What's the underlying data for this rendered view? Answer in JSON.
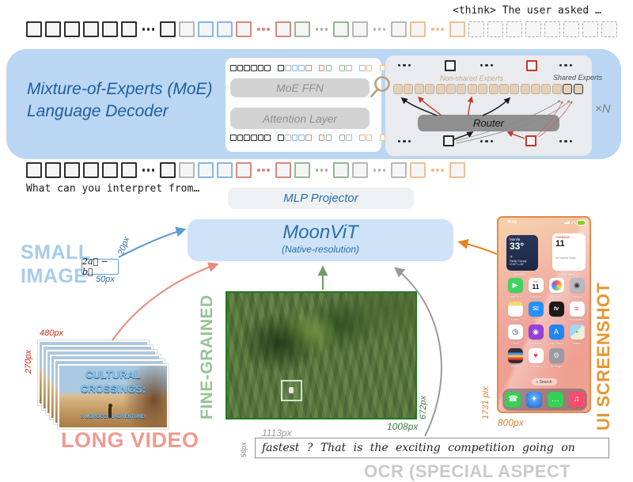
{
  "colors": {
    "tokens": {
      "k": "#2e2e2e",
      "g": "#b7b7b7",
      "b": "#87b7e0",
      "r": "#d8897e",
      "n": "#94b894",
      "o": "#f0bf92"
    },
    "decoder_bg": "#bad6f3",
    "accent_blue": "#2a6cab",
    "arrow_blue": "#5b9bd5",
    "arrow_salmon": "#e8897b",
    "arrow_green": "#6f9e63",
    "arrow_gray": "#9a9a9a",
    "arrow_orange": "#e8821e",
    "video_red": "#cc2a1e",
    "video_salmon": "#f09a90",
    "fg_green": "#1f7a1f",
    "fg_light_green": "#94c494",
    "ui_orange": "#e8952f",
    "ocr_gray": "#c9c9c9"
  },
  "token_rows": {
    "row1": [
      "k",
      "k",
      "k",
      "k",
      "k",
      "k",
      "*k",
      "k",
      "g",
      "b",
      "b",
      "r",
      "*r",
      "r",
      "n",
      "*n",
      "n",
      "g",
      "*g",
      "g",
      "o",
      "*o",
      "o",
      "d",
      "d",
      "d",
      "d",
      "d",
      "d",
      "d",
      "d"
    ],
    "row2": [
      "k",
      "k",
      "k",
      "k",
      "k",
      "k",
      "*k",
      "k",
      "g",
      "b",
      "b",
      "r",
      "*r",
      "r",
      "n",
      "*n",
      "n",
      "g",
      "*g",
      "g",
      "o",
      "*o",
      "o"
    ],
    "mini": [
      "k",
      "k",
      "k",
      "k",
      "k",
      "k",
      "_",
      "k",
      "g",
      "b",
      "b",
      "r",
      "_",
      "r",
      "n",
      "_",
      "n",
      "g",
      "_",
      "g",
      "o",
      "_",
      "o"
    ]
  },
  "top": {
    "think_text": "<think> The user asked …"
  },
  "prompt_text": "What can you interpret from…",
  "decoder": {
    "title_line1": "Mixture-of-Experts (MoE)",
    "title_line2": "Language Decoder",
    "ffn_label": "MoE FFN",
    "attention_label": "Attention Layer",
    "router_label": "Router",
    "non_shared_label": "Non-shared Experts",
    "shared_label": "Shared Experts",
    "repeat_label": "×N",
    "experts": {
      "non_shared_count": 16,
      "shared_count": 2
    }
  },
  "projector": {
    "label": "MLP Projector"
  },
  "vit": {
    "title": "MoonViT",
    "subtitle": "(Native-resolution)"
  },
  "small_image": {
    "label_line1": "SMALL",
    "label_line2": "IMAGE",
    "formula": "2a⃗ − b⃗",
    "width_label": "50px",
    "height_label": "20px"
  },
  "long_video": {
    "label": "LONG VIDEO",
    "width_label": "480px",
    "height_label": "270px",
    "frame_title_line1": "CULTURAL",
    "frame_title_line2": "CROSSINGS:",
    "frame_title_line3": "A MOROCCAN ADVENTURE!"
  },
  "fine_grained": {
    "label": "FINE-GRAINED",
    "width_label": "1113px",
    "crop_width_label": "1008px",
    "crop_height_label": "672px"
  },
  "ui_screenshot": {
    "label": "UI SCREENSHOT",
    "height_label": "1731 pix",
    "width_label": "800px",
    "phone": {
      "status_time": "9:41",
      "weather": {
        "city": "Manila",
        "temp": "33°",
        "condition": "Partly Cloudy",
        "hilo": "H:34° L:26°",
        "caption": "Weather"
      },
      "calendar": {
        "day": "TUESDAY",
        "date": "11",
        "events": "No events today",
        "caption": "Calendar"
      },
      "apps": [
        {
          "name": "FaceTime",
          "icon": "facetime-icon",
          "bg": "#3fd35f",
          "glyph": "▶",
          "fg": "#fff"
        },
        {
          "name": "Calendar",
          "icon": "calendar-icon",
          "special": "calendar",
          "top": "TUE",
          "num": "11"
        },
        {
          "name": "Photos",
          "icon": "photos-icon",
          "special": "photos"
        },
        {
          "name": "Camera",
          "icon": "camera-icon",
          "bg": "#b9b9bf",
          "glyph": "◉",
          "fg": "#3a3a3a"
        },
        {
          "name": "Notes",
          "icon": "notes-icon",
          "special": "notes"
        },
        {
          "name": "Mail",
          "icon": "mail-icon",
          "bg": "#2492f5",
          "glyph": "✉",
          "fg": "#fff"
        },
        {
          "name": "TV",
          "icon": "tv-icon",
          "bg": "#1a1a1a",
          "glyph": "tv",
          "fg": "#fff"
        },
        {
          "name": "Reminders",
          "icon": "reminders-icon",
          "bg": "#ffffff",
          "glyph": "≡",
          "fg": "#e8453c"
        },
        {
          "name": "Clock",
          "icon": "clock-icon",
          "bg": "#ffffff",
          "glyph": "◷",
          "fg": "#111"
        },
        {
          "name": "Podcasts",
          "icon": "podcasts-icon",
          "bg": "#9540d6",
          "glyph": "◉",
          "fg": "#fff"
        },
        {
          "name": "App Store",
          "icon": "appstore-icon",
          "bg": "#1f87f6",
          "glyph": "A",
          "fg": "#fff"
        },
        {
          "name": "Maps",
          "icon": "maps-icon",
          "special": "maps"
        },
        {
          "name": "Wallet",
          "icon": "wallet-icon",
          "special": "wallet"
        },
        {
          "name": "Health",
          "icon": "health-icon",
          "bg": "#ffffff",
          "glyph": "♥",
          "fg": "#fb2d4d"
        },
        {
          "name": "Settings",
          "icon": "settings-icon",
          "bg": "#9a9aa2",
          "glyph": "⚙",
          "fg": "#ececec"
        }
      ],
      "search_label": "Search",
      "dock": [
        {
          "name": "Phone",
          "icon": "phone-icon",
          "bg": "#35d156",
          "glyph": "☎",
          "fg": "#fff"
        },
        {
          "name": "Safari",
          "icon": "safari-icon",
          "special": "safari"
        },
        {
          "name": "Messages",
          "icon": "messages-icon",
          "bg": "#35d156",
          "glyph": "…",
          "fg": "#fff"
        },
        {
          "name": "Music",
          "icon": "music-icon",
          "bg": "#fb4d6d",
          "glyph": "♫",
          "fg": "#fff"
        }
      ]
    }
  },
  "ocr": {
    "label": "OCR (SPECIAL ASPECT RATIO)",
    "text": "fastest ? That is the exciting competition going on",
    "height_label": "58px"
  }
}
